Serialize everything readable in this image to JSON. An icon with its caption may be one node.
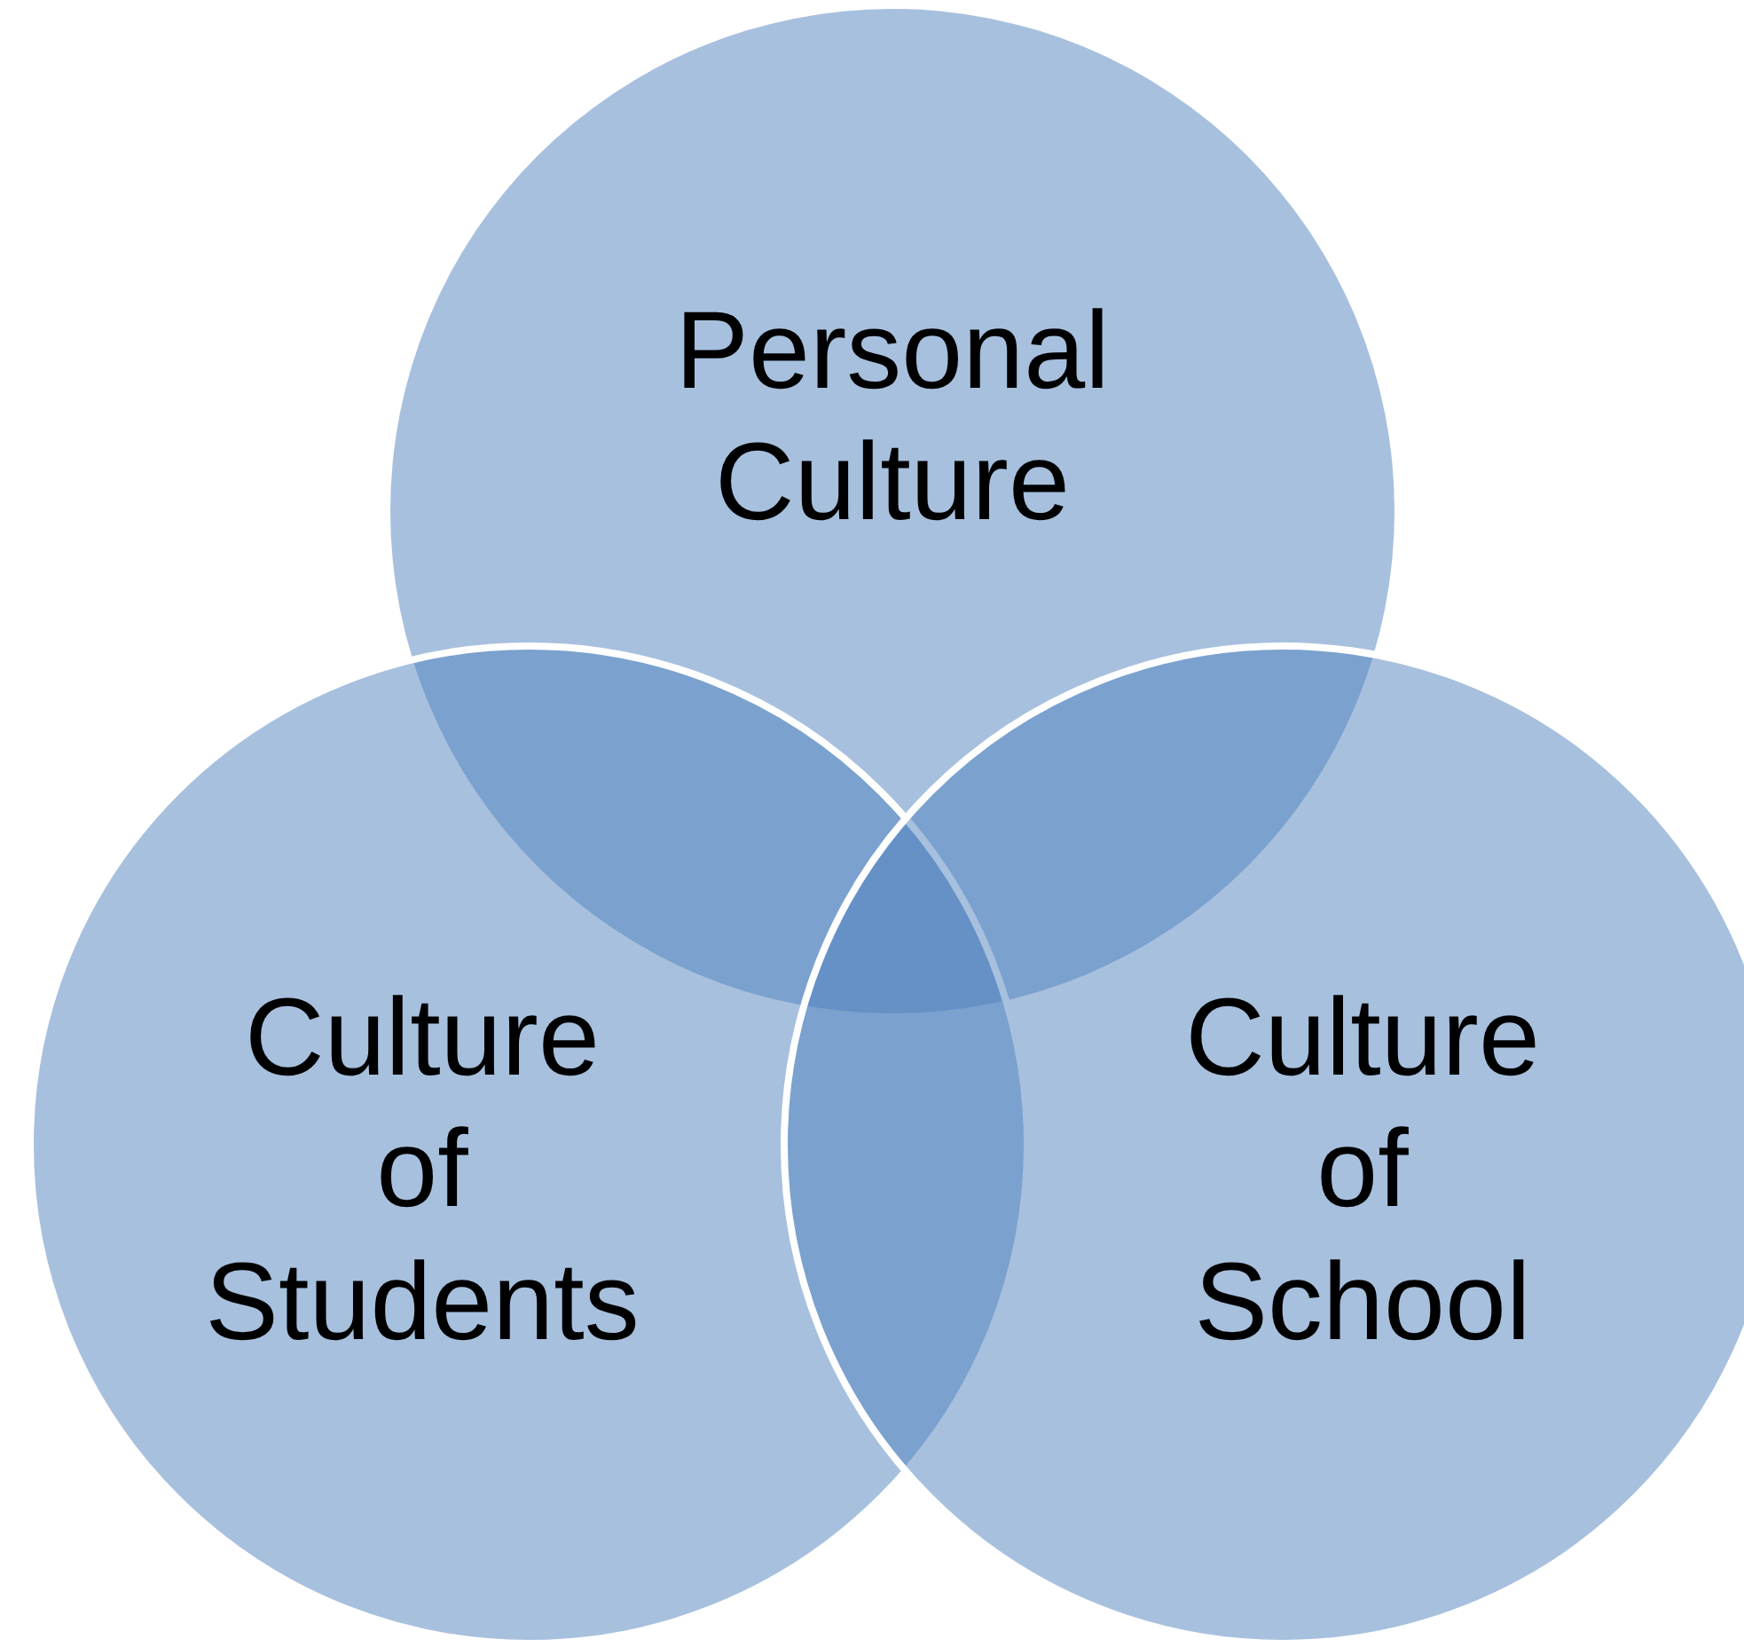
{
  "diagram": {
    "nodes": [
      {
        "text": [
          "Personal Culture"
        ]
      },
      {
        "text": [
          "Culture of Students"
        ]
      },
      {
        "text": [
          "Culture of School"
        ]
      }
    ],
    "edges": []
  }
}
